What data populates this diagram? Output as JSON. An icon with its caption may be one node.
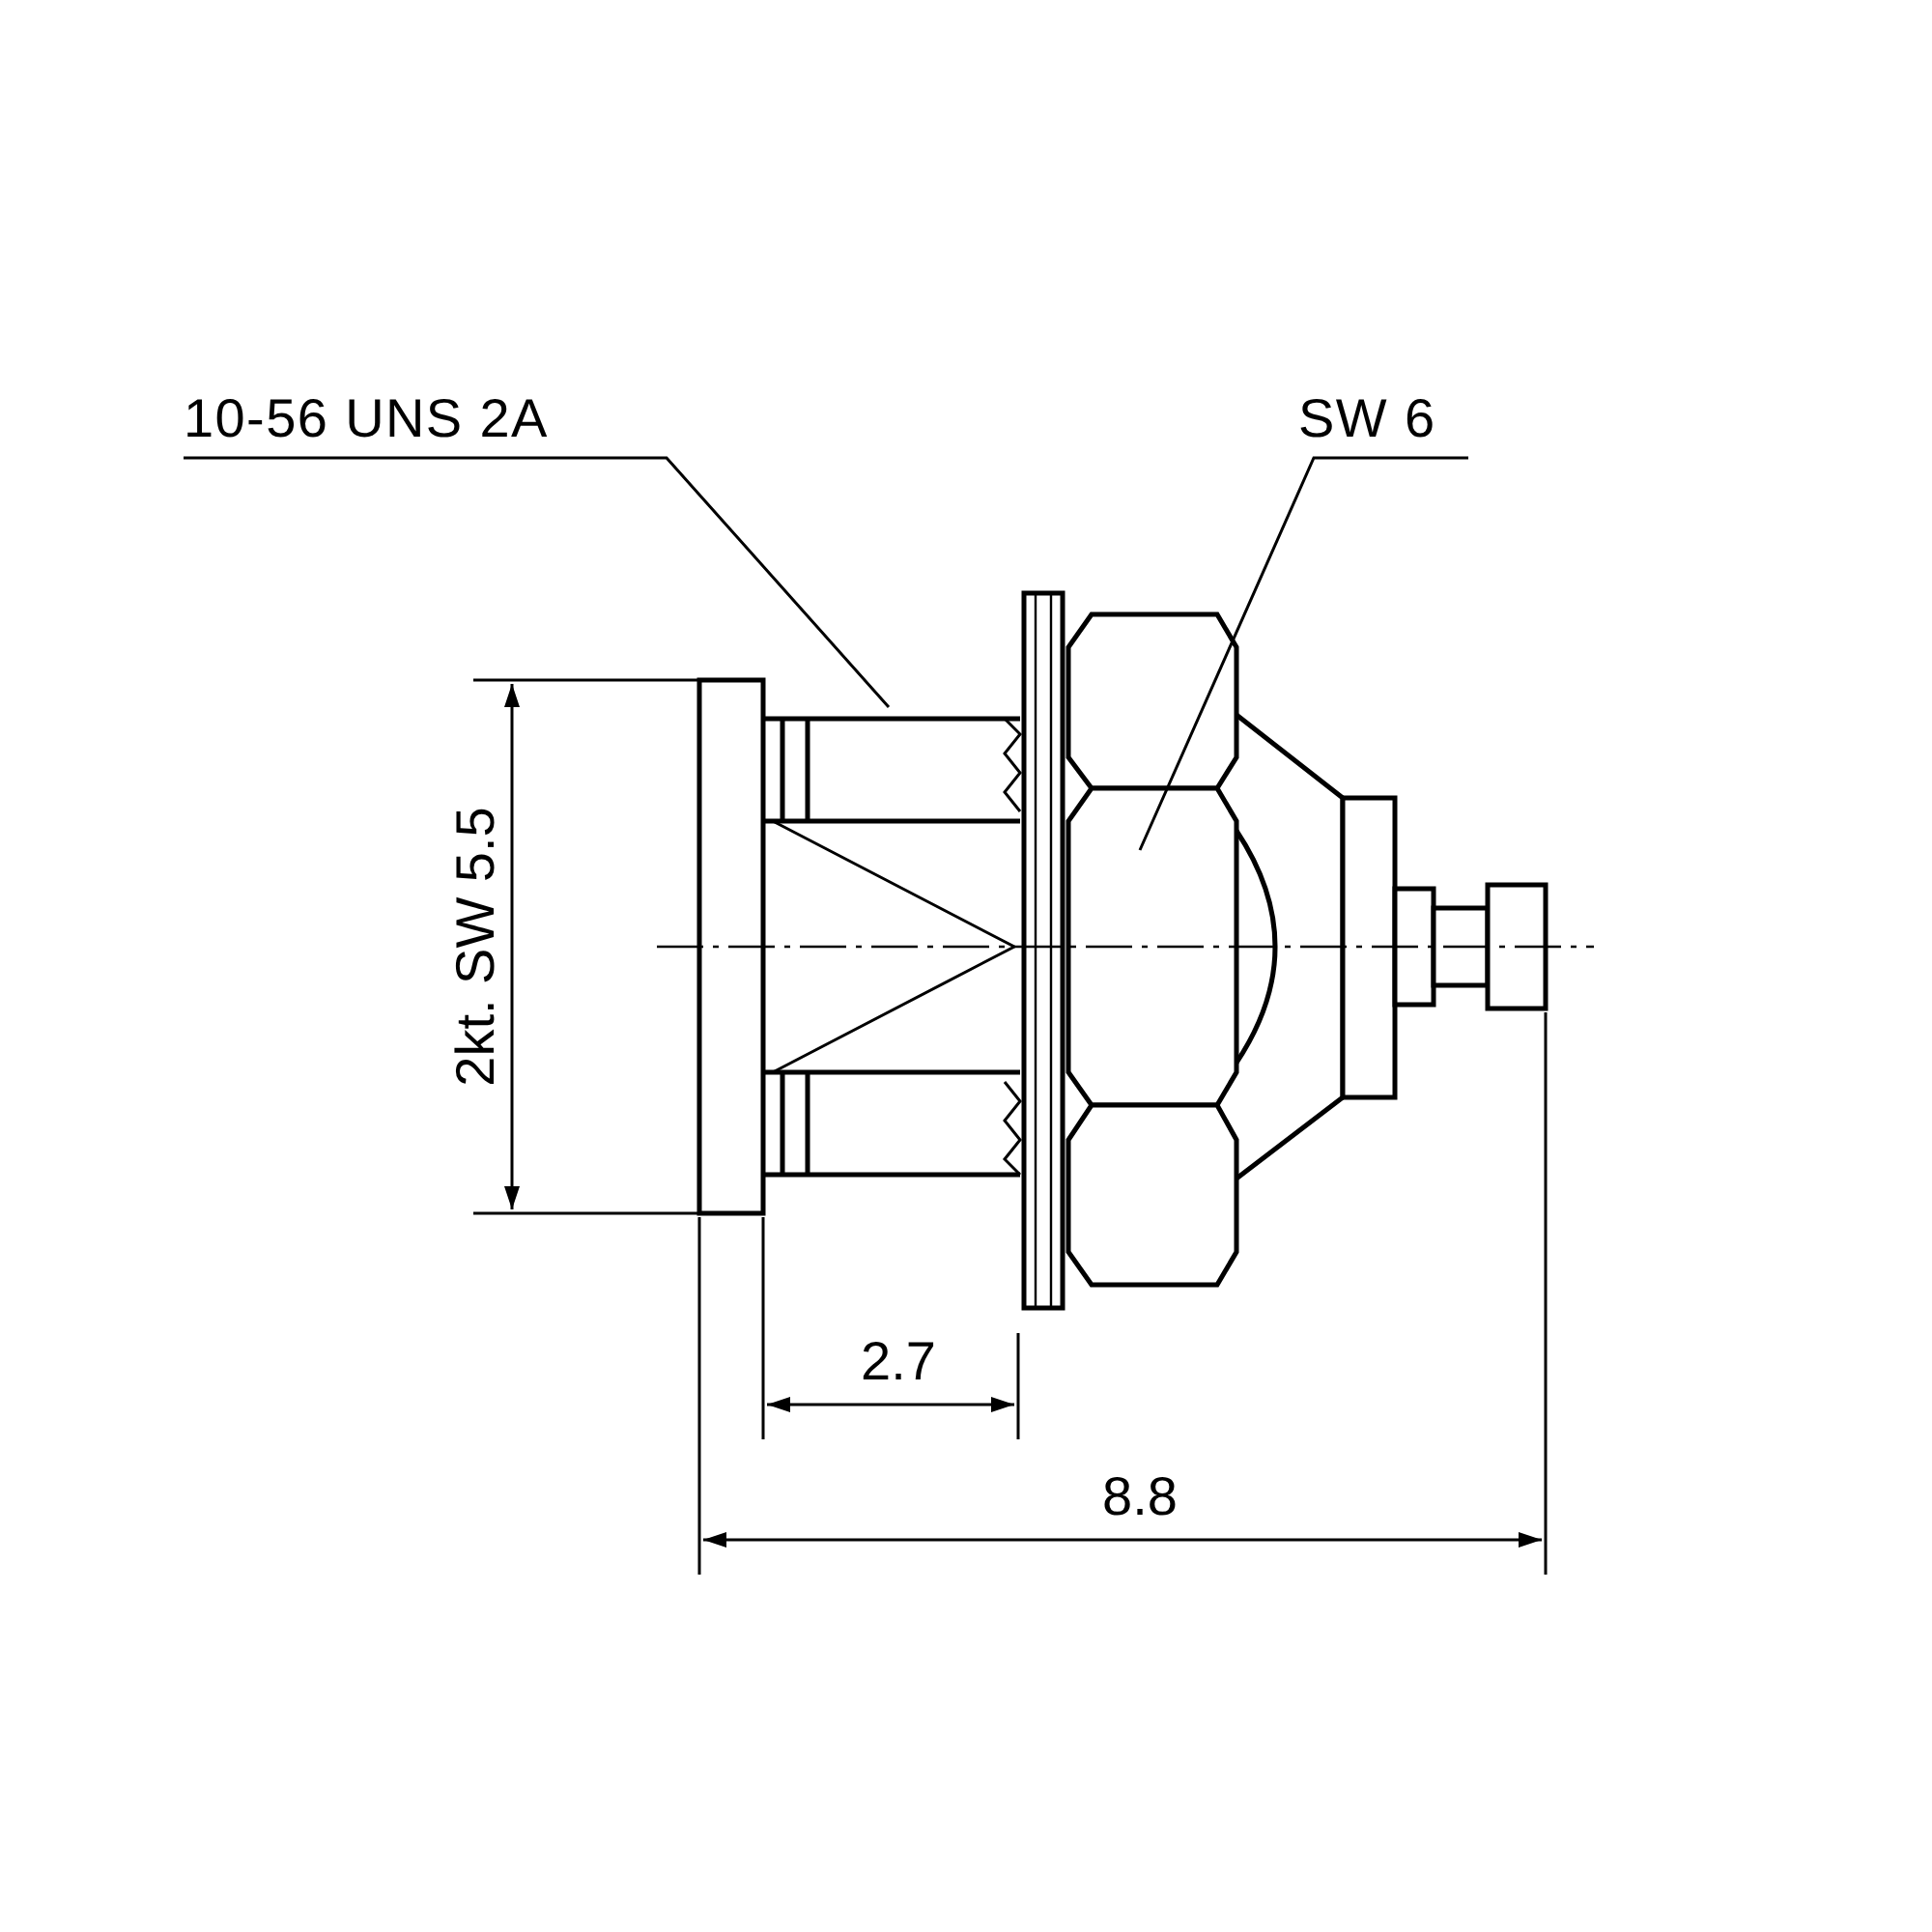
{
  "diagram": {
    "nodes": [
      {
        "text": [
          "10-56 UNS 2A"
        ]
      },
      {
        "text": [
          "SW 6"
        ]
      }
    ],
    "edges": [
      {
        "from": 0,
        "to": null,
        "arrow": "none"
      },
      {
        "from": 1,
        "to": null,
        "arrow": "none"
      }
    ],
    "labels": [
      "2kt. SW 5.5",
      "2.7",
      "8.8"
    ]
  }
}
